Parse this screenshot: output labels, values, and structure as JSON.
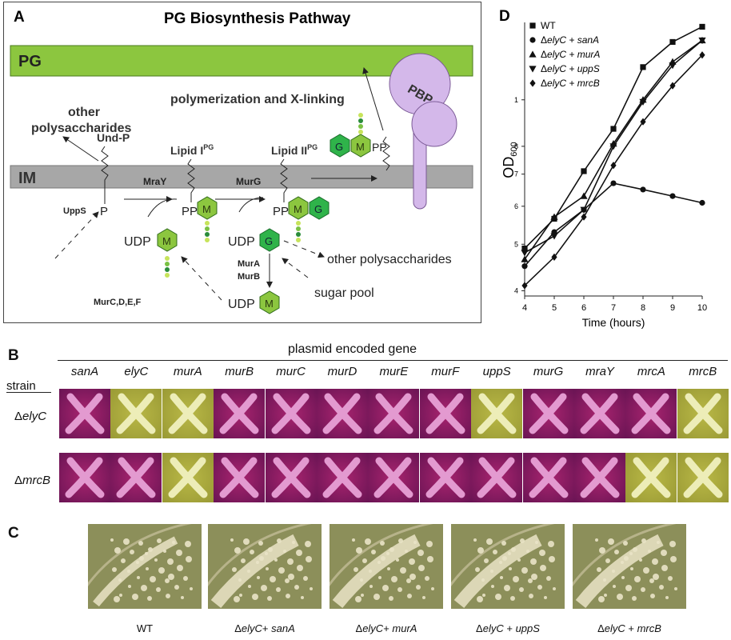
{
  "panelA": {
    "letter": "A",
    "title": "PG Biosynthesis Pathway",
    "pg_label": "PG",
    "im_label": "IM",
    "other_polysaccharides_top": [
      "other",
      "polysaccharides"
    ],
    "und_p": "Und-P",
    "lipid_i": "Lipid I",
    "lipid_ii": "Lipid II",
    "superscript": "PG",
    "mray": "MraY",
    "murg": "MurG",
    "upps": "UppS",
    "polymerization": "polymerization and X-linking",
    "pbp": "PBP",
    "udp": "UDP",
    "p": "P",
    "pp": "PP",
    "m": "M",
    "g": "G",
    "mura": "MurA",
    "murb": "MurB",
    "murcdef": "MurC,D,E,F",
    "other_polysaccharides_bottom": "other polysaccharides",
    "sugar_pool": "sugar pool"
  },
  "panelB": {
    "letter": "B",
    "header": "plasmid encoded gene",
    "strain_label": "strain",
    "genes": [
      "sanA",
      "elyC",
      "murA",
      "murB",
      "murC",
      "murD",
      "murE",
      "murF",
      "uppS",
      "murG",
      "mraY",
      "mrcA",
      "mrcB"
    ],
    "rows": [
      {
        "label": "ΔelyC",
        "colors": [
          "pink",
          "yellow",
          "yellow",
          "pink",
          "pink",
          "pink",
          "pink",
          "pink",
          "yellow",
          "pink",
          "pink",
          "pink",
          "yellow"
        ]
      },
      {
        "label": "ΔmrcB",
        "colors": [
          "pink",
          "pink",
          "yellow",
          "pink",
          "pink",
          "pink",
          "pink",
          "pink",
          "pink",
          "pink",
          "pink",
          "yellow",
          "yellow"
        ]
      }
    ]
  },
  "panelC": {
    "letter": "C",
    "captions": [
      {
        "prefix": "",
        "italic": "",
        "text": "WT"
      },
      {
        "prefix": "Δ",
        "italic": "elyC",
        "text": "+ sanA"
      },
      {
        "prefix": "Δ",
        "italic": "elyC",
        "text": "+ murA"
      },
      {
        "prefix": "Δ",
        "italic": "elyC",
        "text": " + uppS"
      },
      {
        "prefix": "Δ",
        "italic": "elyC",
        "text": " + mrcB"
      }
    ]
  },
  "chart_data": {
    "type": "line",
    "panel_letter": "D",
    "xlabel": "Time (hours)",
    "ylabel": "OD",
    "ylabel_sub": "600",
    "x": [
      4,
      5,
      6,
      7,
      8,
      9,
      10
    ],
    "yscale": "log",
    "ylim": [
      0.39,
      1.45
    ],
    "yticks": [
      0.4,
      0.5,
      0.6,
      0.7,
      0.8,
      1
    ],
    "ytick_labels": [
      "4",
      "5",
      "6",
      "7",
      "8",
      "1"
    ],
    "xlim": [
      4,
      10
    ],
    "series": [
      {
        "name": "WT",
        "marker": "square",
        "values": [
          0.49,
          0.565,
          0.71,
          0.87,
          1.17,
          1.32,
          1.42
        ]
      },
      {
        "name": "ΔelyC + sanA",
        "marker": "circle",
        "values": [
          0.45,
          0.53,
          0.59,
          0.67,
          0.65,
          0.63,
          0.61
        ]
      },
      {
        "name": "ΔelyC + murA",
        "marker": "triangle-up",
        "values": [
          0.465,
          0.57,
          0.63,
          0.81,
          1.0,
          1.2,
          1.33
        ]
      },
      {
        "name": "ΔelyC + uppS",
        "marker": "triangle-down",
        "values": [
          0.48,
          0.52,
          0.59,
          0.8,
          0.99,
          1.18,
          1.33
        ]
      },
      {
        "name": "ΔelyC + mrcB",
        "marker": "diamond",
        "values": [
          0.41,
          0.47,
          0.57,
          0.73,
          0.9,
          1.07,
          1.24
        ]
      }
    ],
    "legend_position": "top-left",
    "grid": false
  }
}
